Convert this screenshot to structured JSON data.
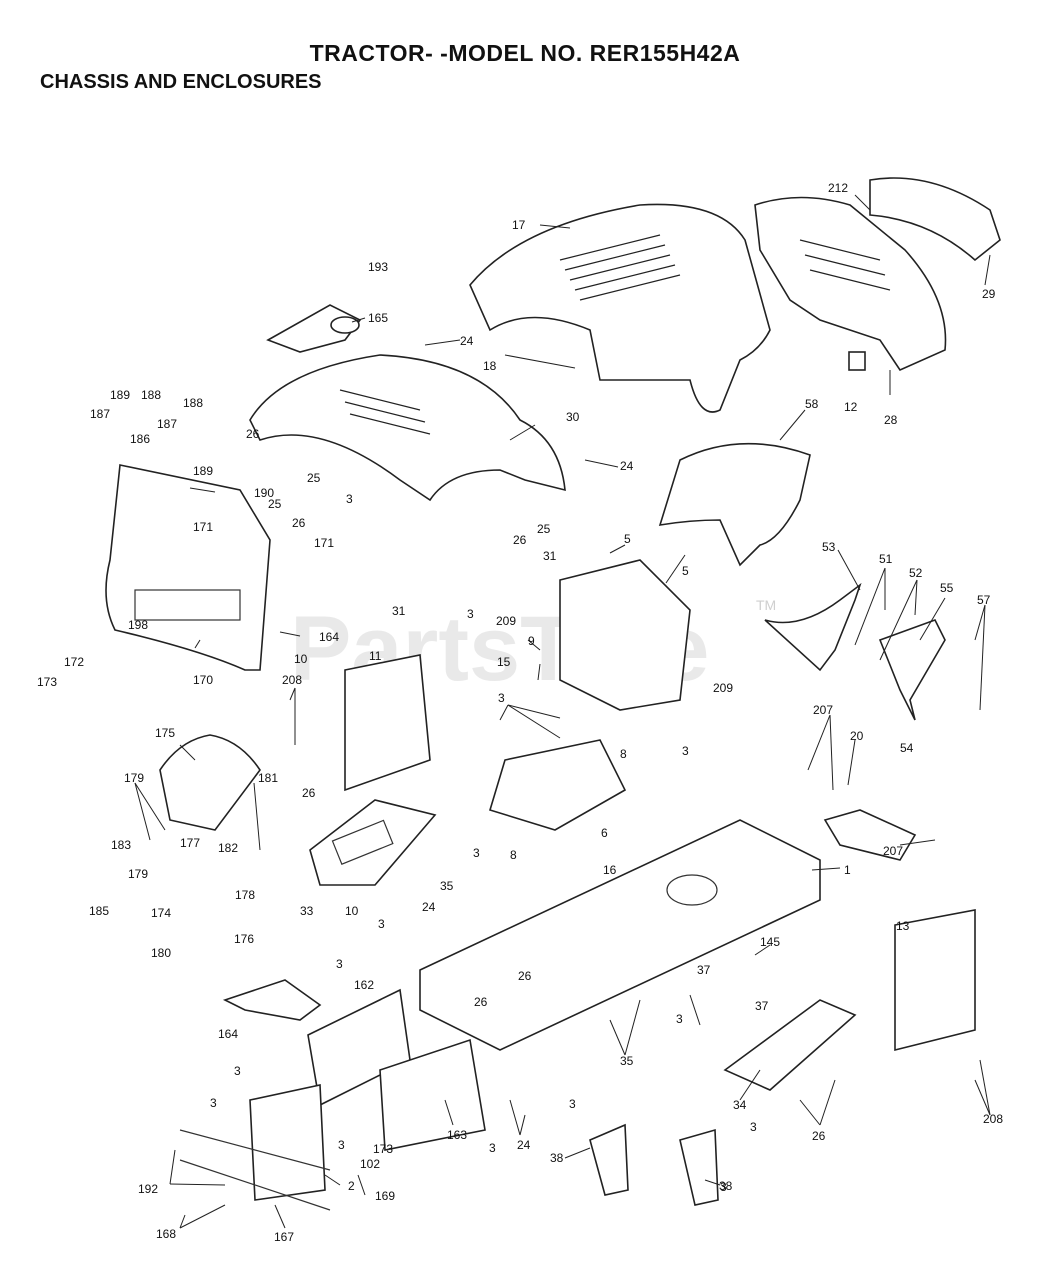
{
  "document": {
    "title": "TRACTOR- -MODEL NO. RER155H42A",
    "subtitle": "CHASSIS AND ENCLOSURES",
    "watermark": "PartsTree",
    "watermark_tm": "TM"
  },
  "callouts": [
    {
      "id": "c193",
      "label": "193"
    },
    {
      "id": "c165",
      "label": "165"
    },
    {
      "id": "c24a",
      "label": "24"
    },
    {
      "id": "c17",
      "label": "17"
    },
    {
      "id": "c18",
      "label": "18"
    },
    {
      "id": "c212",
      "label": "212"
    },
    {
      "id": "c29",
      "label": "29"
    },
    {
      "id": "c12",
      "label": "12"
    },
    {
      "id": "c28",
      "label": "28"
    },
    {
      "id": "c58",
      "label": "58"
    },
    {
      "id": "c30",
      "label": "30"
    },
    {
      "id": "c24b",
      "label": "24"
    },
    {
      "id": "c26a",
      "label": "26"
    },
    {
      "id": "c25a",
      "label": "25"
    },
    {
      "id": "c189a",
      "label": "189"
    },
    {
      "id": "c188a",
      "label": "188"
    },
    {
      "id": "c187a",
      "label": "187"
    },
    {
      "id": "c186",
      "label": "186"
    },
    {
      "id": "c187b",
      "label": "187"
    },
    {
      "id": "c188b",
      "label": "188"
    },
    {
      "id": "c189b",
      "label": "189"
    },
    {
      "id": "c190",
      "label": "190"
    },
    {
      "id": "c25b",
      "label": "25"
    },
    {
      "id": "c26b",
      "label": "26"
    },
    {
      "id": "c171a",
      "label": "171"
    },
    {
      "id": "c171b",
      "label": "171"
    },
    {
      "id": "c3a",
      "label": "3"
    },
    {
      "id": "c26c",
      "label": "26"
    },
    {
      "id": "c25c",
      "label": "25"
    },
    {
      "id": "c31a",
      "label": "31"
    },
    {
      "id": "c31b",
      "label": "31"
    },
    {
      "id": "c3b",
      "label": "3"
    },
    {
      "id": "c5a",
      "label": "5"
    },
    {
      "id": "c5b",
      "label": "5"
    },
    {
      "id": "c209a",
      "label": "209"
    },
    {
      "id": "c9",
      "label": "9"
    },
    {
      "id": "c209b",
      "label": "209"
    },
    {
      "id": "c15",
      "label": "15"
    },
    {
      "id": "c53",
      "label": "53"
    },
    {
      "id": "c51",
      "label": "51"
    },
    {
      "id": "c52",
      "label": "52"
    },
    {
      "id": "c55",
      "label": "55"
    },
    {
      "id": "c57",
      "label": "57"
    },
    {
      "id": "c198",
      "label": "198"
    },
    {
      "id": "c172",
      "label": "172"
    },
    {
      "id": "c173a",
      "label": "173"
    },
    {
      "id": "c170",
      "label": "170"
    },
    {
      "id": "c164a",
      "label": "164"
    },
    {
      "id": "c10a",
      "label": "10"
    },
    {
      "id": "c11",
      "label": "11"
    },
    {
      "id": "c208a",
      "label": "208"
    },
    {
      "id": "c3c",
      "label": "3"
    },
    {
      "id": "c3d",
      "label": "3"
    },
    {
      "id": "c8a",
      "label": "8"
    },
    {
      "id": "c6",
      "label": "6"
    },
    {
      "id": "c8b",
      "label": "8"
    },
    {
      "id": "c16",
      "label": "16"
    },
    {
      "id": "c207a",
      "label": "207"
    },
    {
      "id": "c20",
      "label": "20"
    },
    {
      "id": "c54",
      "label": "54"
    },
    {
      "id": "c207b",
      "label": "207"
    },
    {
      "id": "c175",
      "label": "175"
    },
    {
      "id": "c179a",
      "label": "179"
    },
    {
      "id": "c181",
      "label": "181"
    },
    {
      "id": "c183",
      "label": "183"
    },
    {
      "id": "c177",
      "label": "177"
    },
    {
      "id": "c179b",
      "label": "179"
    },
    {
      "id": "c182",
      "label": "182"
    },
    {
      "id": "c178",
      "label": "178"
    },
    {
      "id": "c185",
      "label": "185"
    },
    {
      "id": "c174",
      "label": "174"
    },
    {
      "id": "c180",
      "label": "180"
    },
    {
      "id": "c176",
      "label": "176"
    },
    {
      "id": "c26d",
      "label": "26"
    },
    {
      "id": "c3e",
      "label": "3"
    },
    {
      "id": "c35a",
      "label": "35"
    },
    {
      "id": "c33",
      "label": "33"
    },
    {
      "id": "c10b",
      "label": "10"
    },
    {
      "id": "c1",
      "label": "1"
    },
    {
      "id": "c24c",
      "label": "24"
    },
    {
      "id": "c3f",
      "label": "3"
    },
    {
      "id": "c145",
      "label": "145"
    },
    {
      "id": "c37a",
      "label": "37"
    },
    {
      "id": "c37b",
      "label": "37"
    },
    {
      "id": "c13",
      "label": "13"
    },
    {
      "id": "c26e",
      "label": "26"
    },
    {
      "id": "c26f",
      "label": "26"
    },
    {
      "id": "c3g",
      "label": "3"
    },
    {
      "id": "c162",
      "label": "162"
    },
    {
      "id": "c164b",
      "label": "164"
    },
    {
      "id": "c3h",
      "label": "3"
    },
    {
      "id": "c3i",
      "label": "3"
    },
    {
      "id": "c35b",
      "label": "35"
    },
    {
      "id": "c34",
      "label": "34"
    },
    {
      "id": "c26g",
      "label": "26"
    },
    {
      "id": "c208b",
      "label": "208"
    },
    {
      "id": "c3j",
      "label": "3"
    },
    {
      "id": "c3k",
      "label": "3"
    },
    {
      "id": "c3l",
      "label": "3"
    },
    {
      "id": "c173b",
      "label": "173"
    },
    {
      "id": "c102",
      "label": "102"
    },
    {
      "id": "c163",
      "label": "163"
    },
    {
      "id": "c3m",
      "label": "3"
    },
    {
      "id": "c24d",
      "label": "24"
    },
    {
      "id": "c3n",
      "label": "3"
    },
    {
      "id": "c38a",
      "label": "38"
    },
    {
      "id": "c3o",
      "label": "3"
    },
    {
      "id": "c38b",
      "label": "38"
    },
    {
      "id": "c2",
      "label": "2"
    },
    {
      "id": "c169",
      "label": "169"
    },
    {
      "id": "c192",
      "label": "192"
    },
    {
      "id": "c168",
      "label": "168"
    },
    {
      "id": "c167",
      "label": "167"
    }
  ]
}
